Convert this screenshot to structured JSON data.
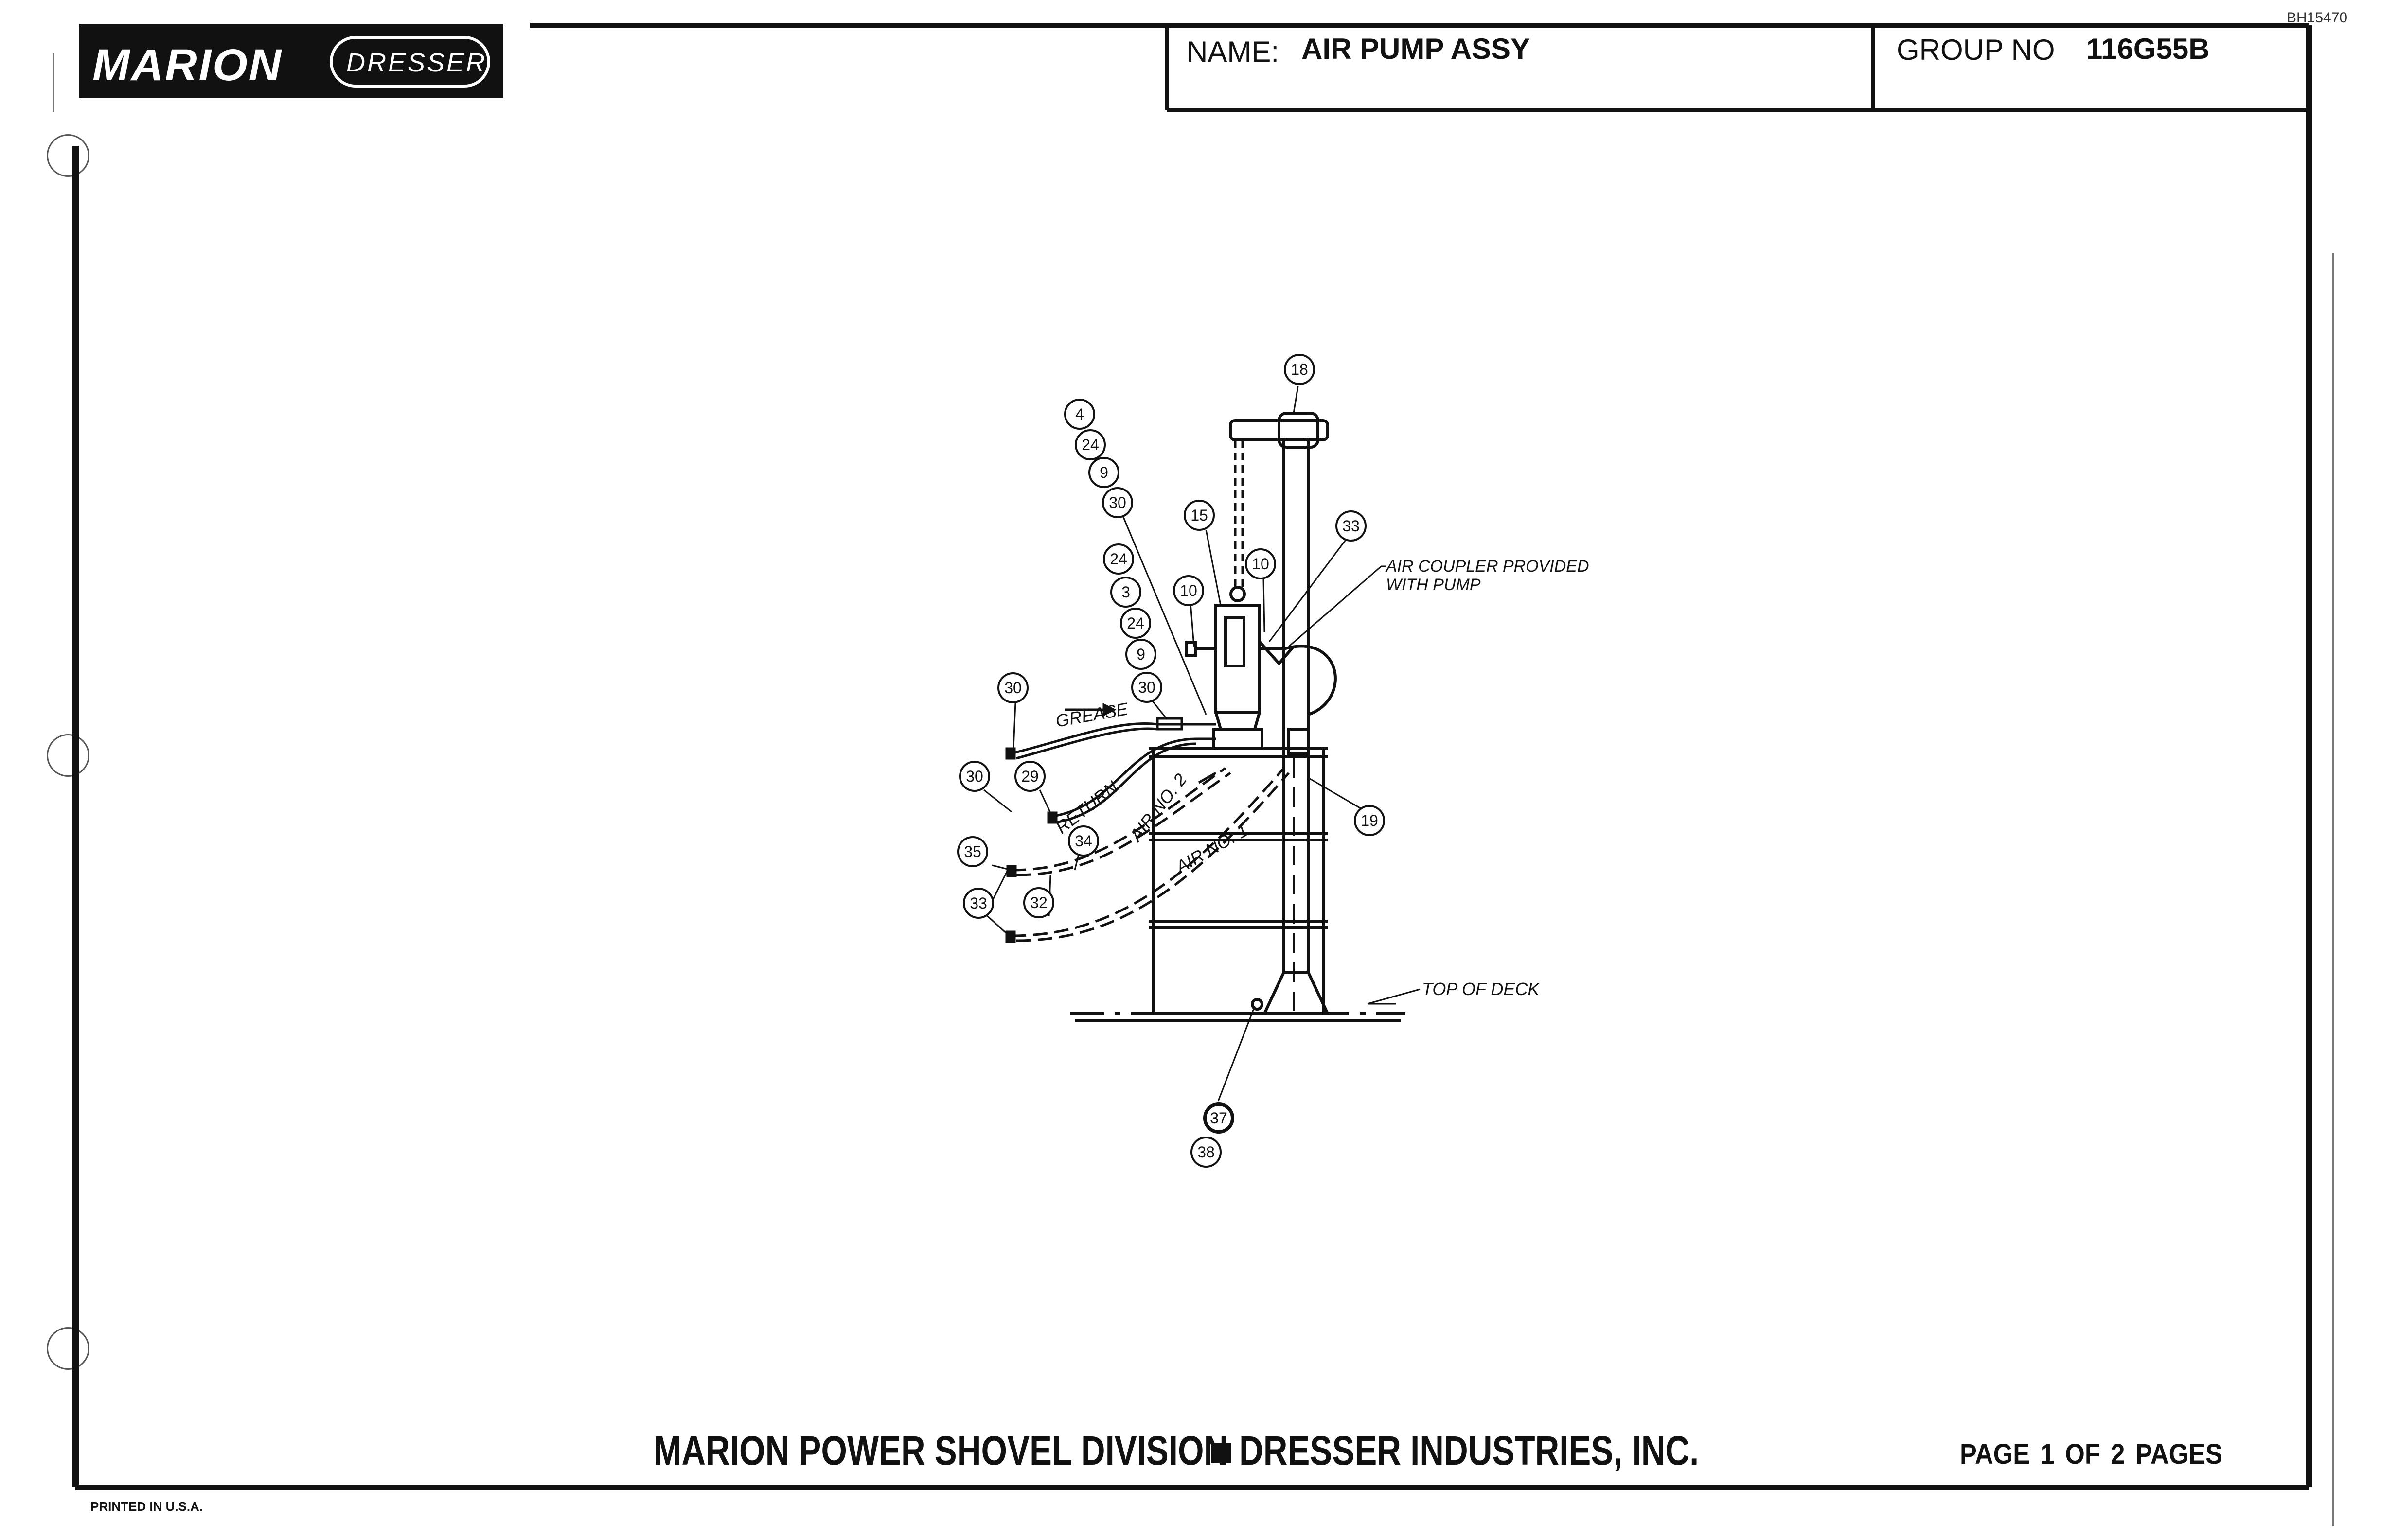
{
  "title_block": {
    "brand": "MARION",
    "sub_brand": "DRESSER",
    "name_label": "NAME:",
    "name_value": "AIR PUMP ASSY",
    "group_label": "GROUP NO",
    "group_value": "116G55B",
    "doc_number": "BH15470"
  },
  "footer": {
    "division": "MARION POWER SHOVEL DIVISION",
    "company": "DRESSER INDUSTRIES, INC.",
    "page_word": "PAGE",
    "page_current": "1",
    "page_of": "OF",
    "page_total": "2",
    "pages_word": "PAGES",
    "printed": "PRINTED IN U.S.A."
  },
  "diagram": {
    "annotations": {
      "air_coupler": [
        "AIR COUPLER PROVIDED",
        "WITH PUMP"
      ],
      "top_of_deck": "TOP OF DECK",
      "grease": "GREASE",
      "return": "RETURN",
      "air_no_2": "AIR NO. 2",
      "air_no_1": "AIR NO. 1"
    },
    "callouts": [
      "4",
      "24",
      "9",
      "30",
      "24",
      "3",
      "24",
      "9",
      "30",
      "30",
      "30",
      "29",
      "35",
      "34",
      "33",
      "32",
      "15",
      "10",
      "10",
      "18",
      "33",
      "19",
      "37",
      "38"
    ]
  }
}
